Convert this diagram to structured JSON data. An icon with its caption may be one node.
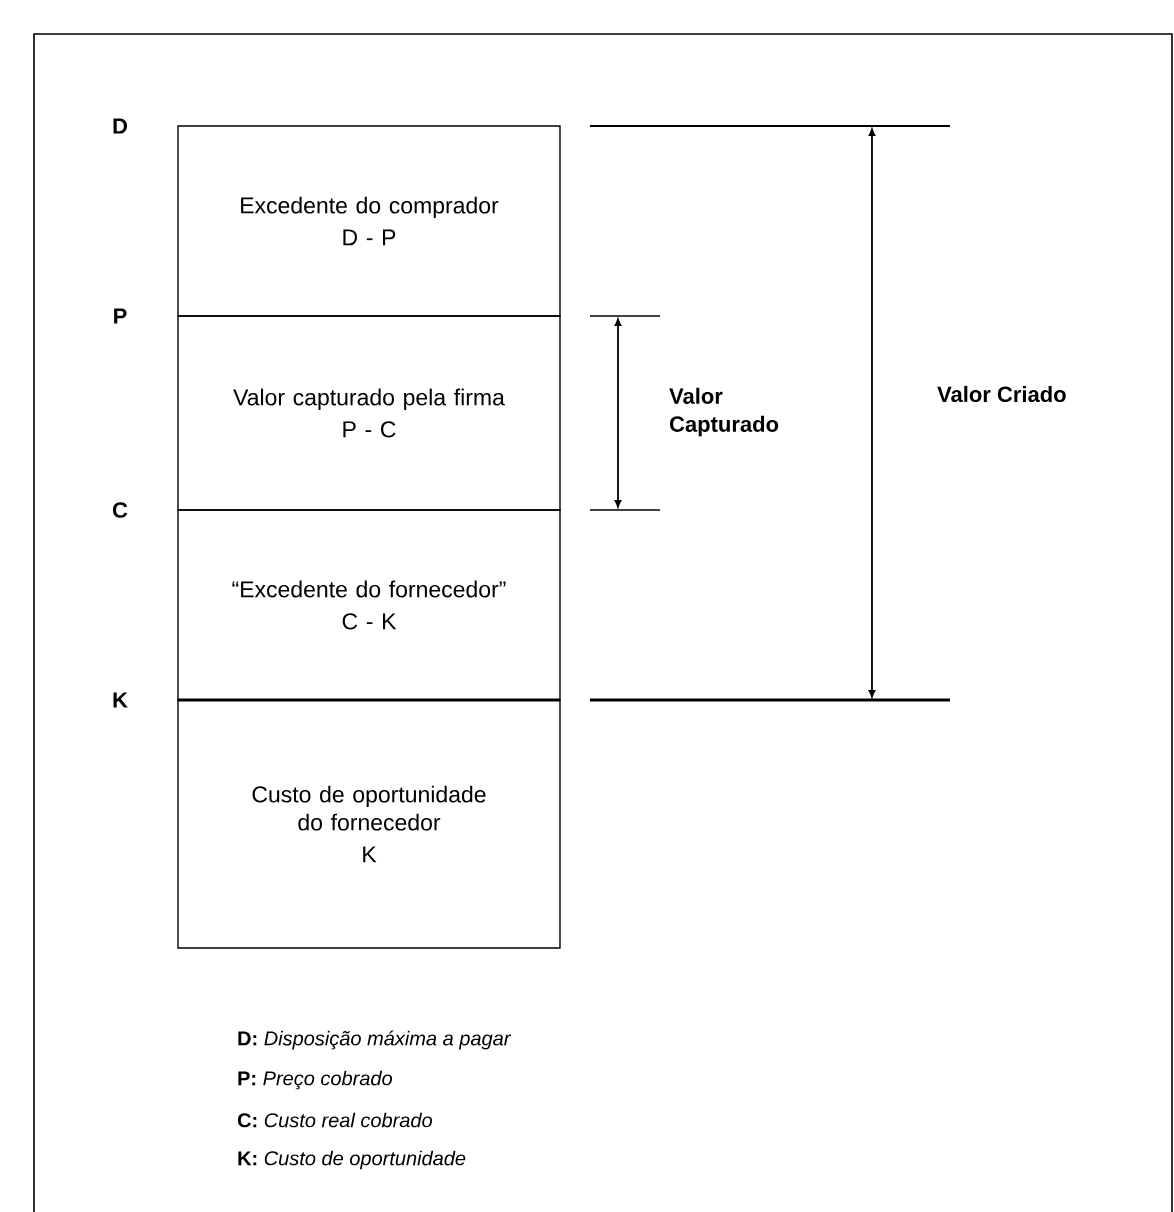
{
  "diagram": {
    "nodes": [
      {
        "text": [
          "Excedente do comprador",
          "D - P"
        ]
      },
      {
        "text": [
          "Valor capturado pela firma",
          "P - C"
        ]
      },
      {
        "text": [
          "“Excedente do fornecedor”",
          "C - K"
        ]
      },
      {
        "text": [
          "Custo de oportunidade do fornecedor",
          "K"
        ]
      }
    ],
    "labels": [
      "D",
      "P",
      "Valor Criado",
      "Valor Capturado",
      "C",
      "K",
      "**D:** *Disposição máxima a pagar*",
      "**P:** *Preço cobrado*",
      "**C:** *Custo real cobrado*",
      "**K:** *Custo de oportunidade*"
    ]
  }
}
